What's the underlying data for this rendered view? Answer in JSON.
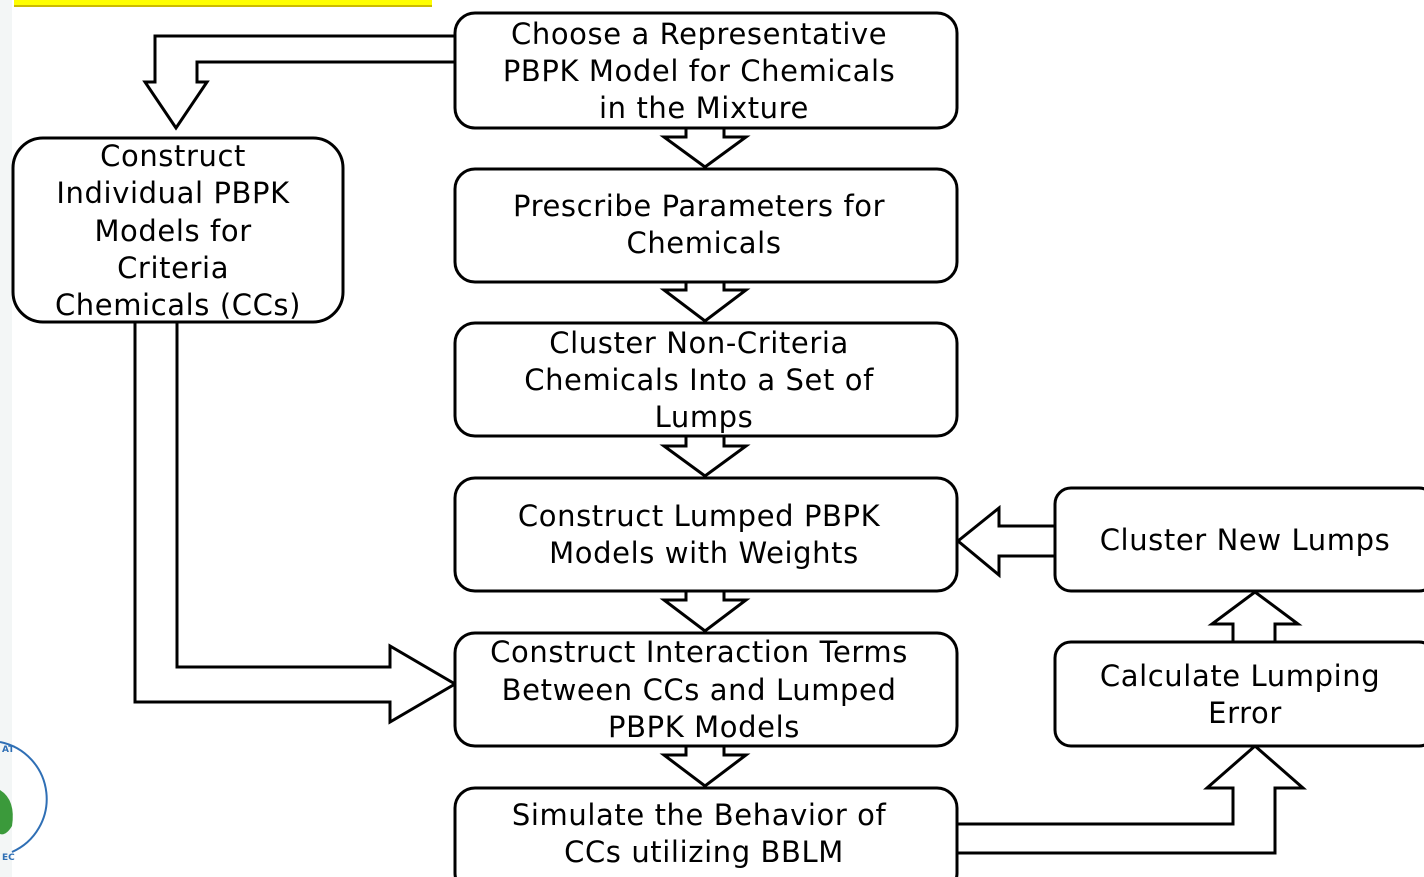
{
  "flowchart": {
    "center_steps": [
      [
        "Choose a Representative",
        "PBPK Model for Chemicals",
        "in the Mixture"
      ],
      [
        "Prescribe Parameters for",
        "Chemicals"
      ],
      [
        "Cluster Non-Criteria",
        "Chemicals Into a Set of",
        "Lumps"
      ],
      [
        "Construct Lumped PBPK",
        "Models with Weights"
      ],
      [
        "Construct Interaction Terms",
        "Between CCs and Lumped",
        "PBPK Models"
      ],
      [
        "Simulate the Behavior of",
        "CCs utilizing BBLM"
      ]
    ],
    "left_step": [
      "Construct",
      "Individual PBPK",
      "Models for",
      "Criteria",
      "Chemicals (CCs)"
    ],
    "right_steps": [
      [
        "Cluster New Lumps"
      ],
      [
        "Calculate Lumping",
        "Error"
      ]
    ]
  },
  "colors": {
    "highlight": "#ffff00",
    "border": "#000000",
    "background": "#ffffff"
  },
  "logo": {
    "icon": "epa-seal-icon"
  }
}
